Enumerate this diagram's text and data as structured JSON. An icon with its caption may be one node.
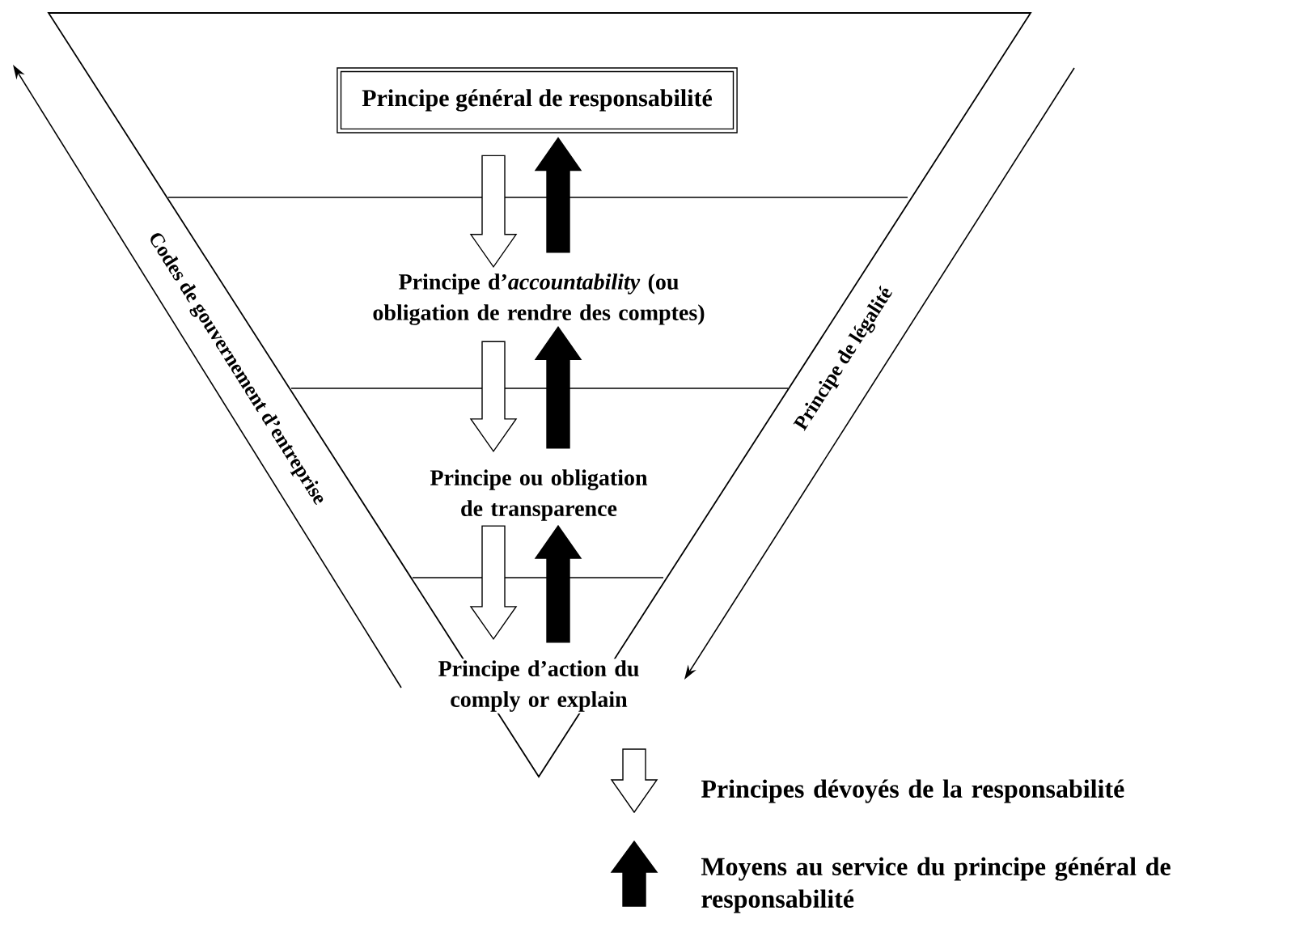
{
  "diagram": {
    "nodes": [
      {
        "text": [
          "Principe général de responsabilité"
        ]
      },
      {
        "text": [
          "Principe d’*accountability* (ou obligation de rendre des comptes)"
        ]
      },
      {
        "text": [
          "Principe ou obligation de transparence"
        ]
      },
      {
        "text": [
          "Principe d’action du comply or explain"
        ]
      }
    ],
    "edges": [
      {
        "from": 0,
        "to": 1,
        "arrow": "to"
      },
      {
        "from": 1,
        "to": 0,
        "arrow": "to",
        "style": "thick"
      },
      {
        "from": 1,
        "to": 2,
        "arrow": "to"
      },
      {
        "from": 2,
        "to": 1,
        "arrow": "to",
        "style": "thick"
      },
      {
        "from": 2,
        "to": 3,
        "arrow": "to"
      },
      {
        "from": 3,
        "to": 2,
        "arrow": "to",
        "style": "thick"
      }
    ],
    "labels": [
      "Codes de gouvernement d’entreprise",
      "Principe de légalité"
    ],
    "legend": [
      {
        "text": "Principes dévoyés de la responsabilité"
      },
      {
        "text": "Moyens au service du principe général de responsabilité"
      }
    ]
  }
}
